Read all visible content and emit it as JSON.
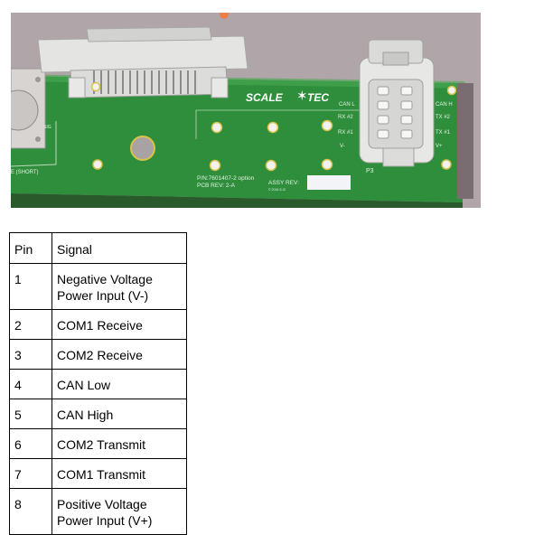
{
  "board": {
    "logo_left": "SCALE",
    "logo_right": "TEC",
    "part_number": "P/N:7601407-2 option",
    "pcb_rev": "PCB REV: 2-A",
    "assy_rev": "ASSY REV:",
    "copyright": "© 2016 S-IC",
    "left_label": "E (SHORT)",
    "sig_label": "SIG",
    "connector_ref": "P3",
    "left_pins": [
      "CAN L",
      "RX #2",
      "RX #1",
      "V-"
    ],
    "right_pins": [
      "CAN H",
      "TX #2",
      "TX #1",
      "V+"
    ]
  },
  "table": {
    "headers": [
      "Pin",
      "Signal"
    ],
    "rows": [
      {
        "pin": "1",
        "signal": "Negative Voltage Power Input (V-)"
      },
      {
        "pin": "2",
        "signal": "COM1 Receive"
      },
      {
        "pin": "3",
        "signal": "COM2 Receive"
      },
      {
        "pin": "4",
        "signal": "CAN Low"
      },
      {
        "pin": "5",
        "signal": "CAN High"
      },
      {
        "pin": "6",
        "signal": "COM2 Transmit"
      },
      {
        "pin": "7",
        "signal": "COM1 Transmit"
      },
      {
        "pin": "8",
        "signal": "Positive Voltage Power Input (V+)"
      }
    ]
  }
}
